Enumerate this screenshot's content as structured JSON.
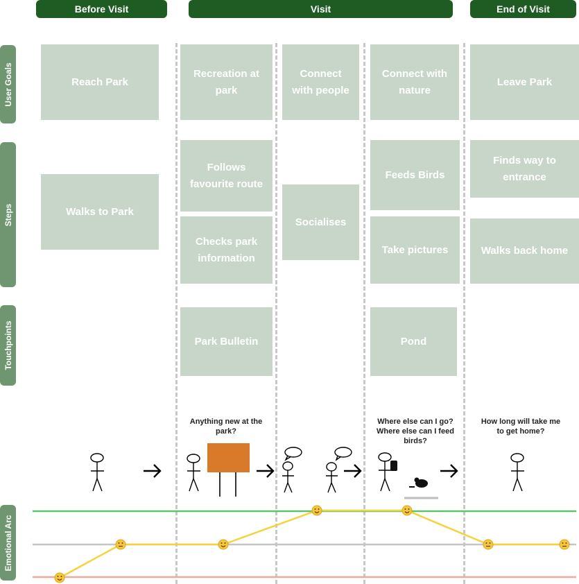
{
  "phases": {
    "before": "Before Visit",
    "visit": "Visit",
    "end": "End of Visit"
  },
  "row_labels": {
    "goals": "User Goals",
    "steps": "Steps",
    "touchpoints": "Touchpoints",
    "emotion": "Emotional Arc"
  },
  "goals": {
    "reach": "Reach Park",
    "recreation": "Recreation at park",
    "connect_people": "Connect with people",
    "connect_nature": "Connect with nature",
    "leave": "Leave Park"
  },
  "steps": {
    "walks_to_park": "Walks to Park",
    "follows_route": "Follows favourite route",
    "checks_info": "Checks park information",
    "socialises": "Socialises",
    "feeds_birds": "Feeds Birds",
    "take_pictures": "Take pictures",
    "finds_way": "Finds way to entrance",
    "walks_back": "Walks back home"
  },
  "touchpoints": {
    "bulletin": "Park Bulletin",
    "pond": "Pond"
  },
  "questions": {
    "q1": "Anything new at the park?",
    "q2": "Where else can I go? Where else can I feed birds?",
    "q3": "How long will take me to get home?"
  },
  "colors": {
    "phase_bg": "#1f5c24",
    "card_bg": "#c8d6c9",
    "row_label_bg": "#6f9670",
    "positive_line": "#5cc46a",
    "neutral_line": "#c4c4c4",
    "negative_line": "#f2a79a",
    "arc_line": "#f5d33c",
    "bulletin_board": "#d97a2a"
  },
  "emotional_arc": {
    "levels": [
      "positive",
      "neutral",
      "negative"
    ],
    "points": [
      {
        "stage": "Walks to Park",
        "level": "negative",
        "face": "smile-icon"
      },
      {
        "stage": "Reach Park",
        "level": "neutral",
        "face": "neutral-icon"
      },
      {
        "stage": "Park Bulletin",
        "level": "neutral",
        "face": "smile-icon"
      },
      {
        "stage": "Socialises",
        "level": "positive",
        "face": "smile-icon"
      },
      {
        "stage": "Feeds Birds",
        "level": "positive",
        "face": "smile-icon"
      },
      {
        "stage": "Finds way to entrance",
        "level": "neutral",
        "face": "neutral-icon"
      },
      {
        "stage": "Walks back home",
        "level": "neutral",
        "face": "neutral-icon"
      }
    ]
  }
}
